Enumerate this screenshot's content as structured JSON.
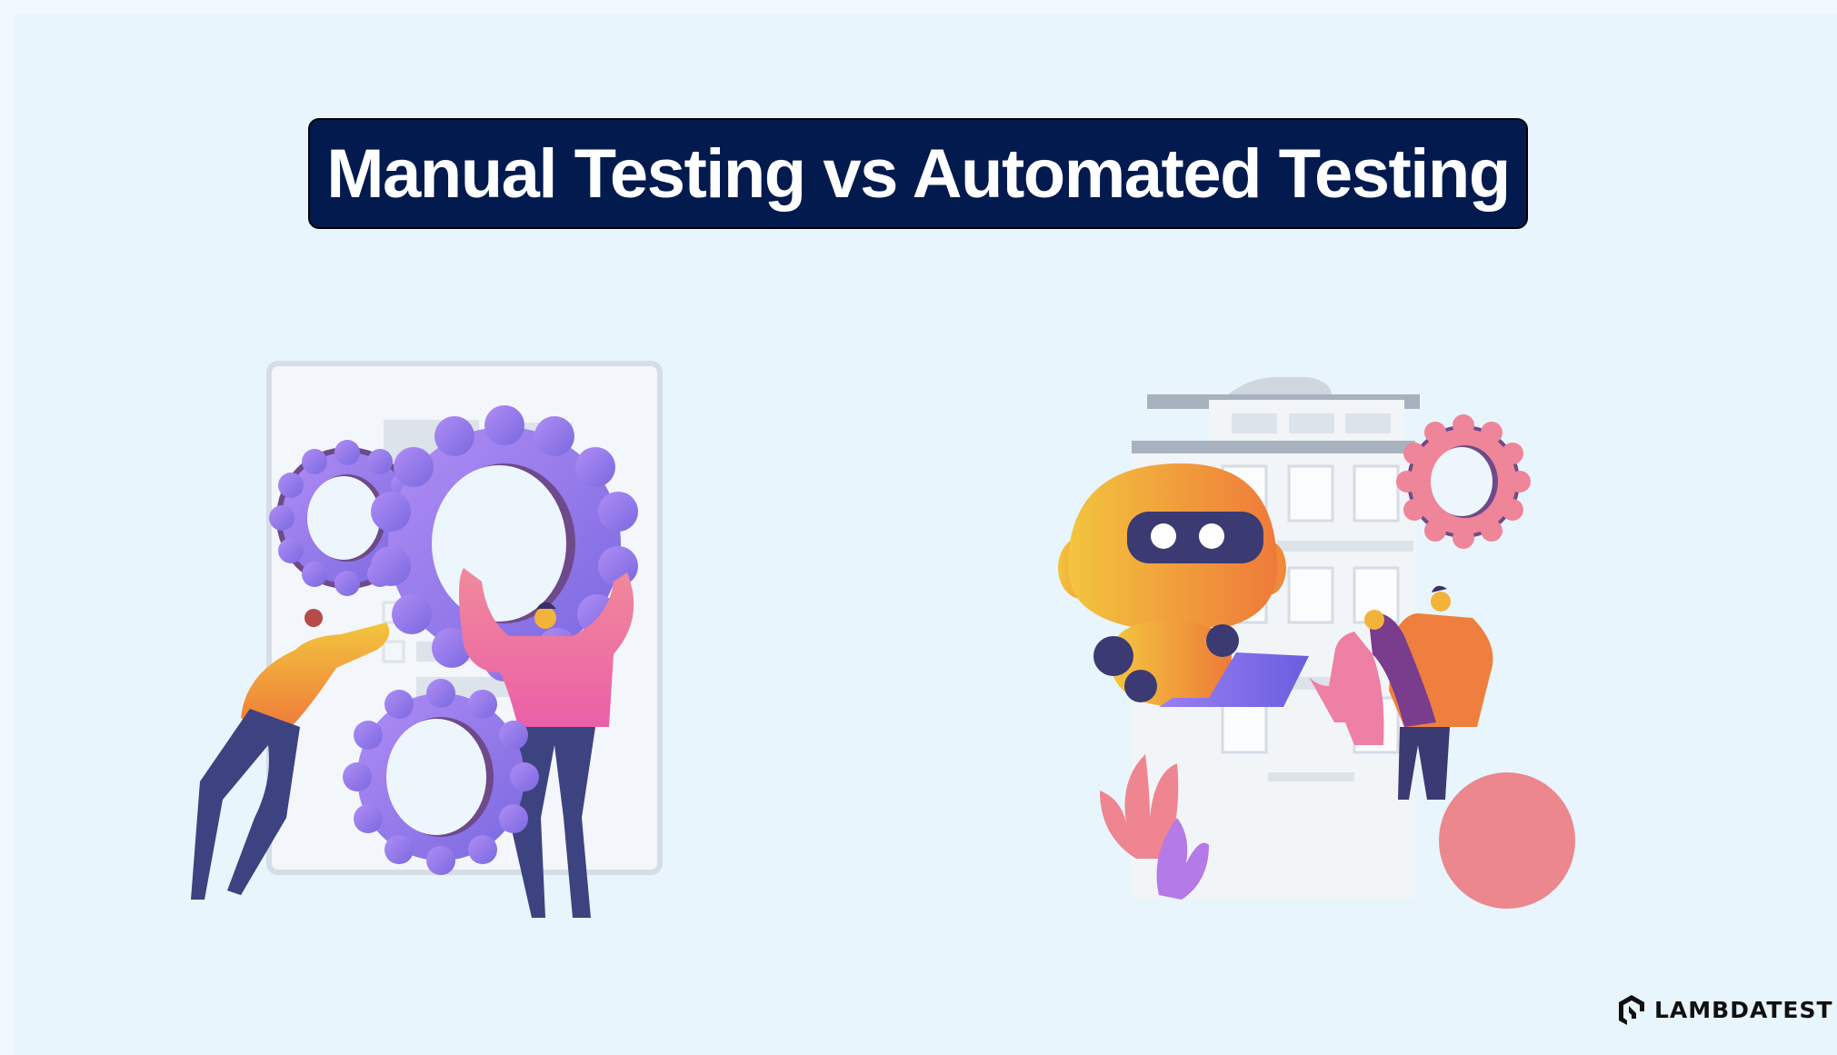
{
  "title": "Manual Testing vs Automated Testing",
  "illustrations": {
    "left": {
      "label": "manual-testing-illustration",
      "description": "Two people manually moving purple gears in front of a document panel"
    },
    "right": {
      "label": "automated-testing-illustration",
      "description": "Orange robot holding a laptop in front of a building, with people and a pink gear"
    }
  },
  "brand": {
    "name": "LAMBDATEST"
  },
  "colors": {
    "background": "#e8f5fd",
    "title_bg": "#021a4e",
    "title_text": "#ffffff",
    "gear_purple": "#8e78ea",
    "gear_pink": "#ee8598",
    "robot_orange": "#f2a03c",
    "robot_visor": "#3b3a72"
  }
}
